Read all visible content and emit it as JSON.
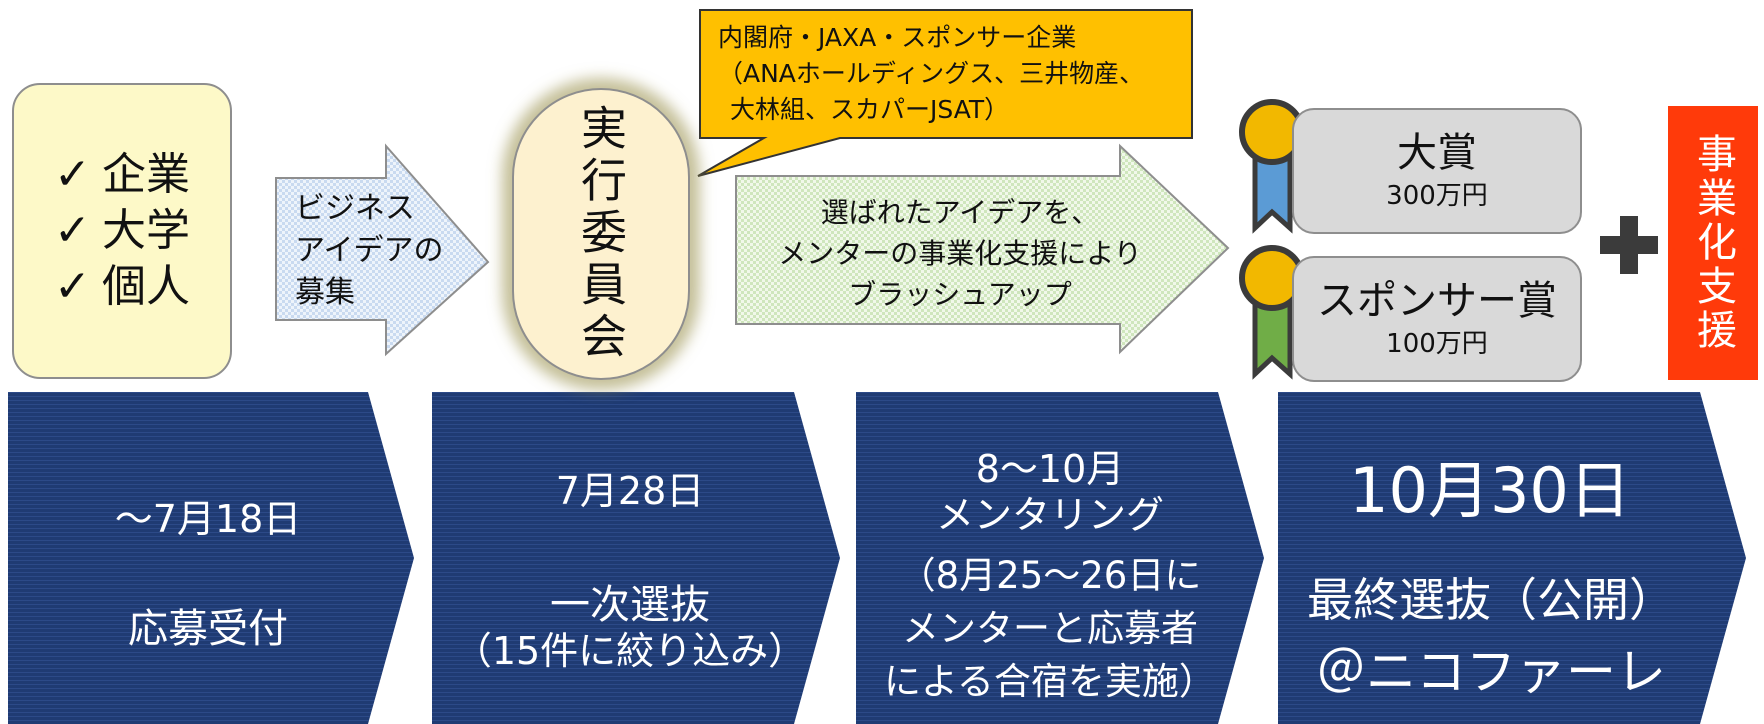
{
  "applicants": {
    "items": [
      "企業",
      "大学",
      "個人"
    ],
    "check_glyph": "✓"
  },
  "recruit": {
    "lines": [
      "ビジネス",
      "アイデアの",
      "募集"
    ]
  },
  "committee": {
    "label": "実行委員会"
  },
  "callout": {
    "lines": [
      "内閣府・JAXA・スポンサー企業",
      "（ANAホールディングス、三井物産、",
      "大林組、スカパーJSAT）"
    ]
  },
  "brushup": {
    "lines": [
      "選ばれたアイデアを、",
      "メンターの事業化支援により",
      "ブラッシュアップ"
    ]
  },
  "awards": [
    {
      "name": "大賞",
      "prize": "300万円",
      "ribbon_color": "#5b9bd5"
    },
    {
      "name": "スポンサー賞",
      "prize": "100万円",
      "ribbon_color": "#70ad47"
    }
  ],
  "support": {
    "label": "事業化支援",
    "color": "#ff3a0a"
  },
  "timeline": {
    "color": "#1f3b73",
    "steps": [
      {
        "date": "～7月18日",
        "label": "応募受付"
      },
      {
        "date": "7月28日",
        "label": "一次選抜",
        "sub": "（15件に絞り込み）"
      },
      {
        "date": "8～10月",
        "label": "メンタリング",
        "sub": [
          "（8月25～26日に",
          "メンターと応募者",
          "による合宿を実施）"
        ]
      },
      {
        "date": "10月30日",
        "label": "最終選抜（公開）",
        "venue": "＠ニコファーレ"
      }
    ]
  }
}
